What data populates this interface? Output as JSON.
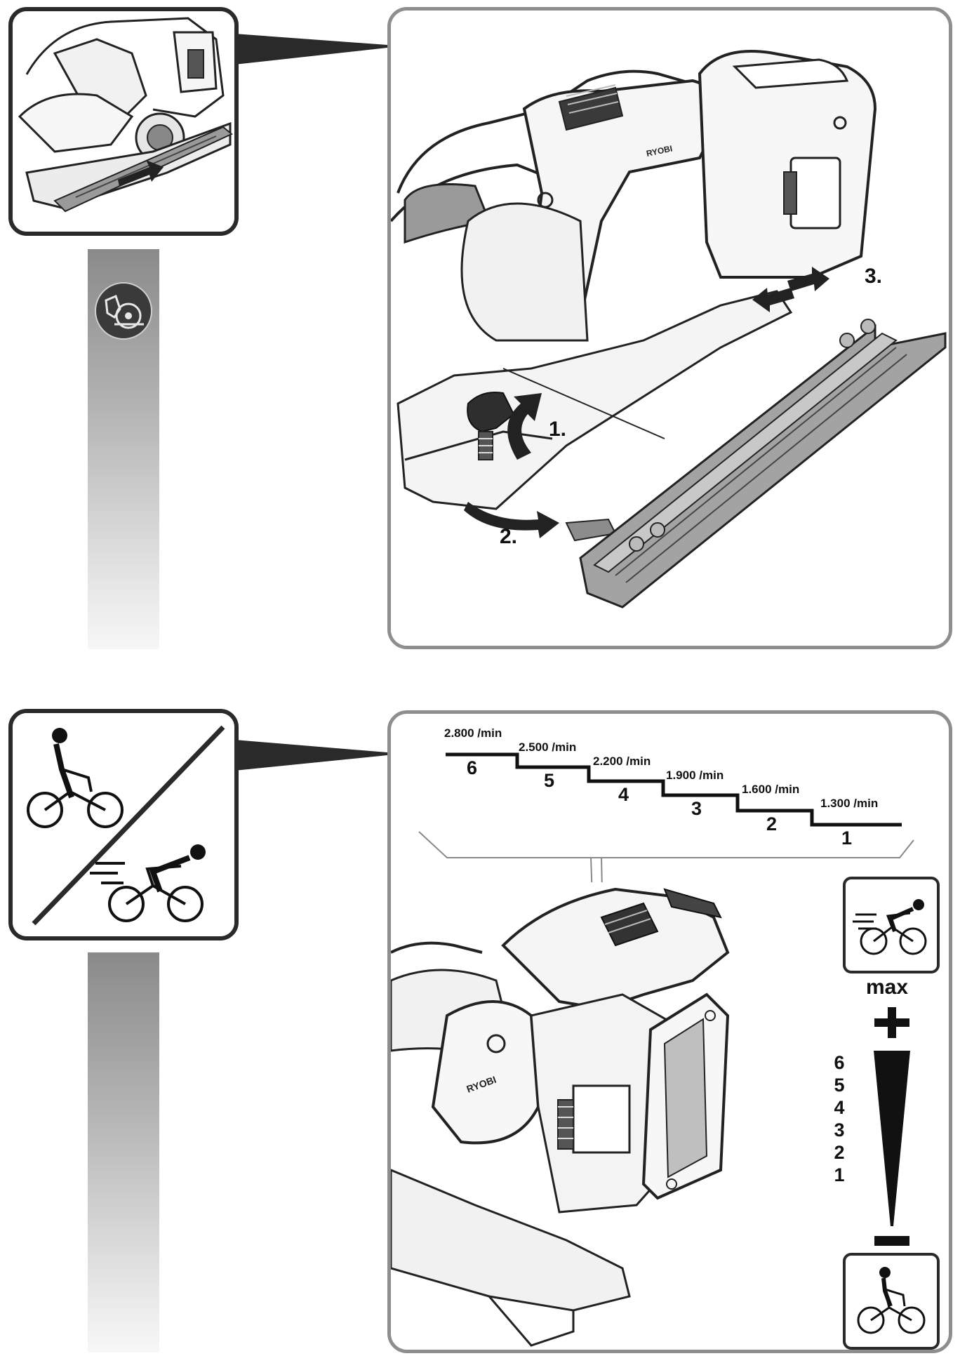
{
  "step1": {
    "markers": [
      "1.",
      "2.",
      "3."
    ],
    "brand_text": "RYOBI"
  },
  "step2": {
    "brand_text": "RYOBI",
    "speeds": [
      {
        "level": "6",
        "rpm": "2.800 /min"
      },
      {
        "level": "5",
        "rpm": "2.500 /min"
      },
      {
        "level": "4",
        "rpm": "2.200 /min"
      },
      {
        "level": "3",
        "rpm": "1.900 /min"
      },
      {
        "level": "2",
        "rpm": "1.600 /min"
      },
      {
        "level": "1",
        "rpm": "1.300 /min"
      }
    ],
    "scale": {
      "max_label": "max",
      "plus_icon": "plus-icon",
      "minus_icon": "minus-icon",
      "levels": [
        "6",
        "5",
        "4",
        "3",
        "2",
        "1"
      ]
    }
  },
  "icons": {
    "thumb1": "saw-guide-removal-icon",
    "bar_badge": "circular-saw-hand-icon",
    "thumb2": "slow-vs-fast-cyclist-icon",
    "fast": "fast-cyclist-icon",
    "slow": "slow-cyclist-icon"
  },
  "colors": {
    "frame_dark": "#2a2a2a",
    "panel_border": "#8e8e8e",
    "bar_gradient_top": "#8a8a8a",
    "bar_gradient_bottom": "#f7f7f7",
    "accent_gray": "#7a7a7a"
  }
}
